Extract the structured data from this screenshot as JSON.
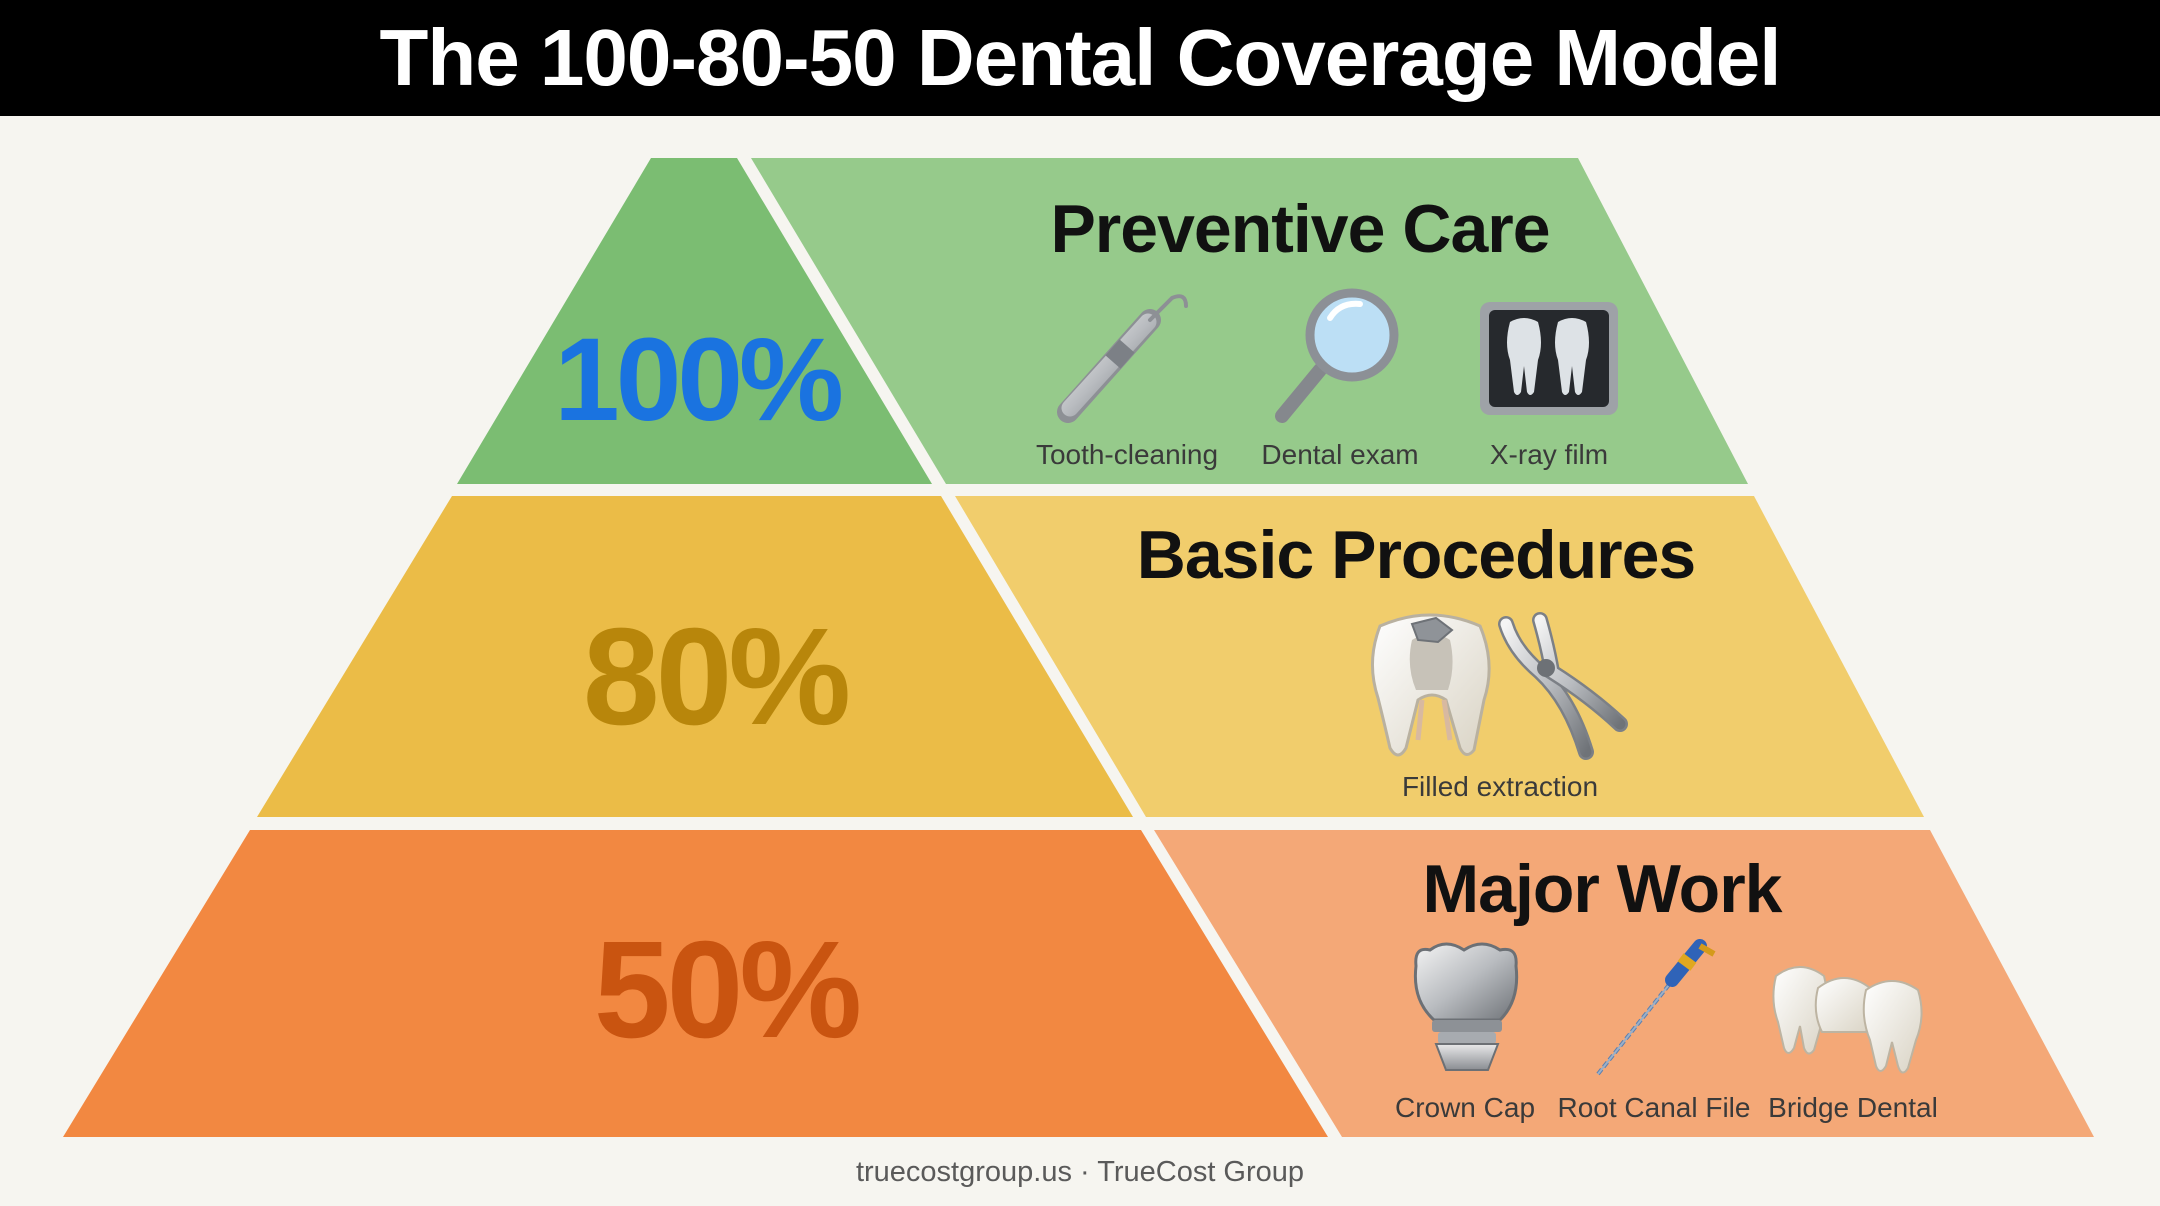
{
  "title": "The 100-80-50 Dental Coverage Model",
  "tiers": [
    {
      "percent": "100%",
      "name": "Preventive Care",
      "colors": {
        "left": "#7bbd72",
        "right": "#96ca8b",
        "percent_text": "#1a73e0"
      },
      "items": [
        {
          "icon": "dental-scaler-icon",
          "label": "Tooth-cleaning"
        },
        {
          "icon": "magnifying-glass-icon",
          "label": "Dental exam"
        },
        {
          "icon": "xray-film-icon",
          "label": "X-ray film"
        }
      ]
    },
    {
      "percent": "80%",
      "name": "Basic Procedures",
      "colors": {
        "left": "#ebbc47",
        "right": "#f1cd6c",
        "percent_text": "#b8860b"
      },
      "items": [
        {
          "icon": "filled-tooth-and-forceps-icon",
          "label": "Filled extraction"
        }
      ]
    },
    {
      "percent": "50%",
      "name": "Major Work",
      "colors": {
        "left": "#f28841",
        "right": "#f4a877",
        "percent_text": "#c95410"
      },
      "items": [
        {
          "icon": "crown-cap-icon",
          "label": "Crown Cap"
        },
        {
          "icon": "root-canal-file-icon",
          "label": "Root Canal File"
        },
        {
          "icon": "dental-bridge-icon",
          "label": "Bridge Dental"
        }
      ]
    }
  ],
  "footer": "truecostgroup.us · TrueCost Group"
}
